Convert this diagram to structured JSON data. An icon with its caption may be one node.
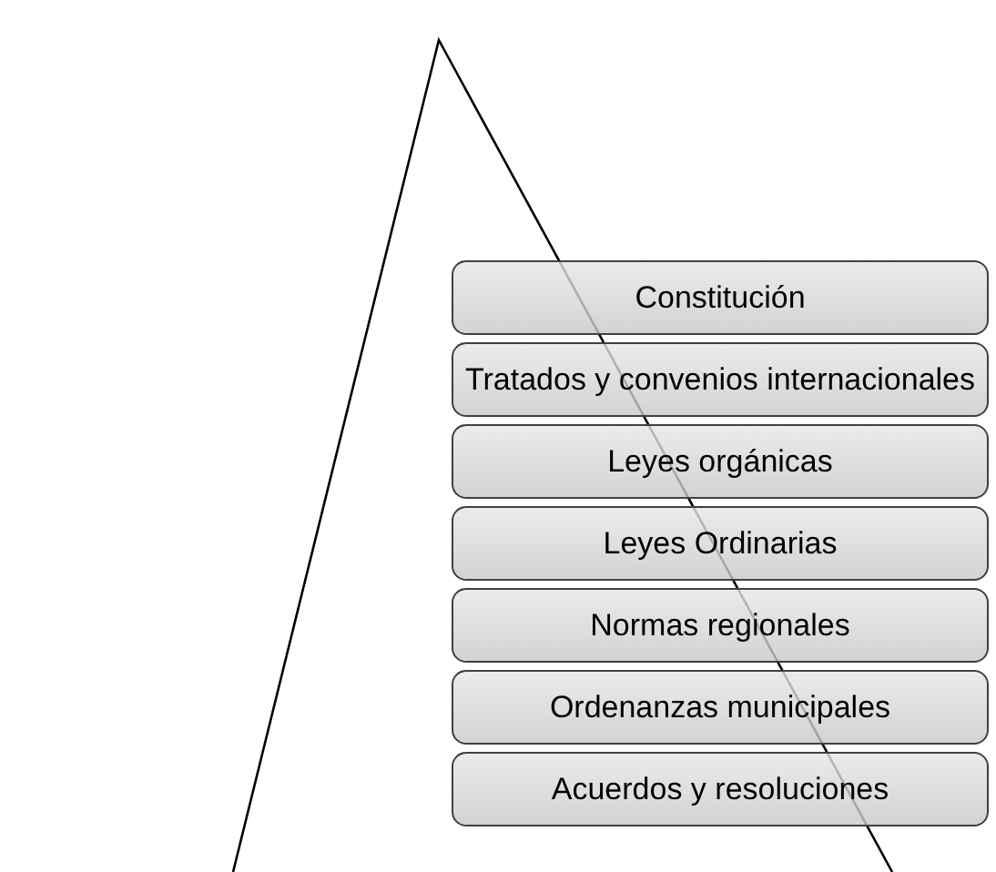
{
  "diagram": {
    "nodes": [
      {
        "text": [
          "Constitución"
        ]
      },
      {
        "text": [
          "Tratados y convenios internacionales"
        ]
      },
      {
        "text": [
          "Leyes orgánicas"
        ]
      },
      {
        "text": [
          "Leyes Ordinarias"
        ]
      },
      {
        "text": [
          "Normas regionales"
        ]
      },
      {
        "text": [
          "Ordenanzas municipales"
        ]
      },
      {
        "text": [
          "Acuerdos y resoluciones"
        ]
      }
    ]
  }
}
